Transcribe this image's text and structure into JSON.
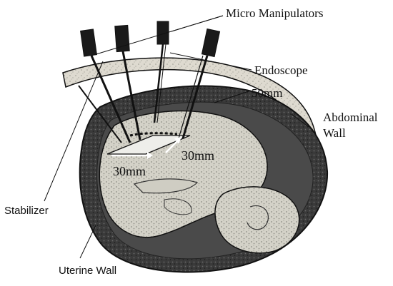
{
  "figure": {
    "labels": {
      "micro_manipulators": "Micro Manipulators",
      "endoscope": "Endoscope",
      "depth": "50mm",
      "abdominal_wall_line1": "Abdominal",
      "abdominal_wall_line2": "Wall",
      "workspace_width": "30mm",
      "workspace_height": "30mm",
      "stabilizer": "Stabilizer",
      "uterine_wall": "Uterine Wall"
    },
    "colors": {
      "ink": "#111111",
      "abdominal_wall_fill": "#dcdcd4",
      "uterus_fill": "#3c3c3c",
      "fetus_fill": "#d6d6cc",
      "instrument_body": "#1a1a1a"
    }
  }
}
